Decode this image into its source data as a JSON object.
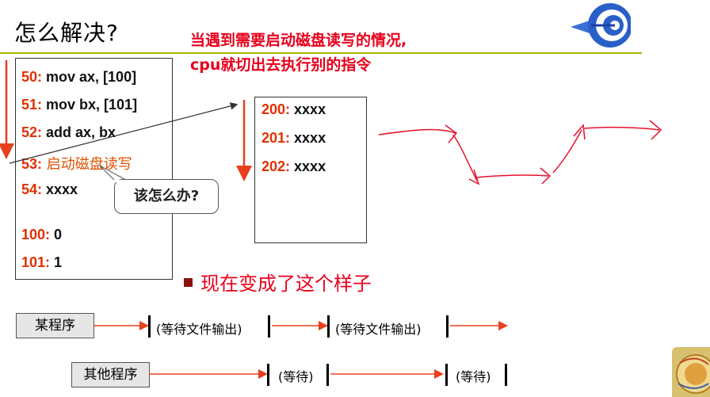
{
  "slide": {
    "title": "怎么解决?",
    "note_lines": [
      "当遇到需要启动磁盘读写的情况,",
      "cpu就切出去执行别的指令"
    ],
    "bubble": "该怎么办?",
    "bullet": "现在变成了这个样子"
  },
  "program_box": {
    "lines": [
      {
        "num": "50:",
        "code": " mov ax, [100]"
      },
      {
        "num": "51:",
        "code": " mov bx, [101]"
      },
      {
        "num": "52:",
        "code": " add ax, bx"
      },
      {
        "num": "53:",
        "code": " 启动磁盘读写"
      },
      {
        "num": "54:",
        "code": " xxxx"
      },
      {
        "num": "100:",
        "code": " 0"
      },
      {
        "num": "101:",
        "code": " 1"
      }
    ]
  },
  "other_box": {
    "lines": [
      {
        "num": "200:",
        "code": "  xxxx"
      },
      {
        "num": "201:",
        "code": "  xxxx"
      },
      {
        "num": "202:",
        "code": "  xxxx"
      }
    ]
  },
  "timeline": {
    "row1_label": "某程序",
    "row1_wait1": "(等待文件输出)",
    "row1_wait2": "(等待文件输出)",
    "row2_label": "其他程序",
    "row2_wait1": "(等待)",
    "row2_wait2": "(等待)"
  },
  "colors": {
    "accent_red": "#e8001c",
    "rule_green": "#a8b400",
    "arrow_red": "#e8401c"
  },
  "icons": [
    "target-logo-icon",
    "operating-systems-logo-icon"
  ]
}
